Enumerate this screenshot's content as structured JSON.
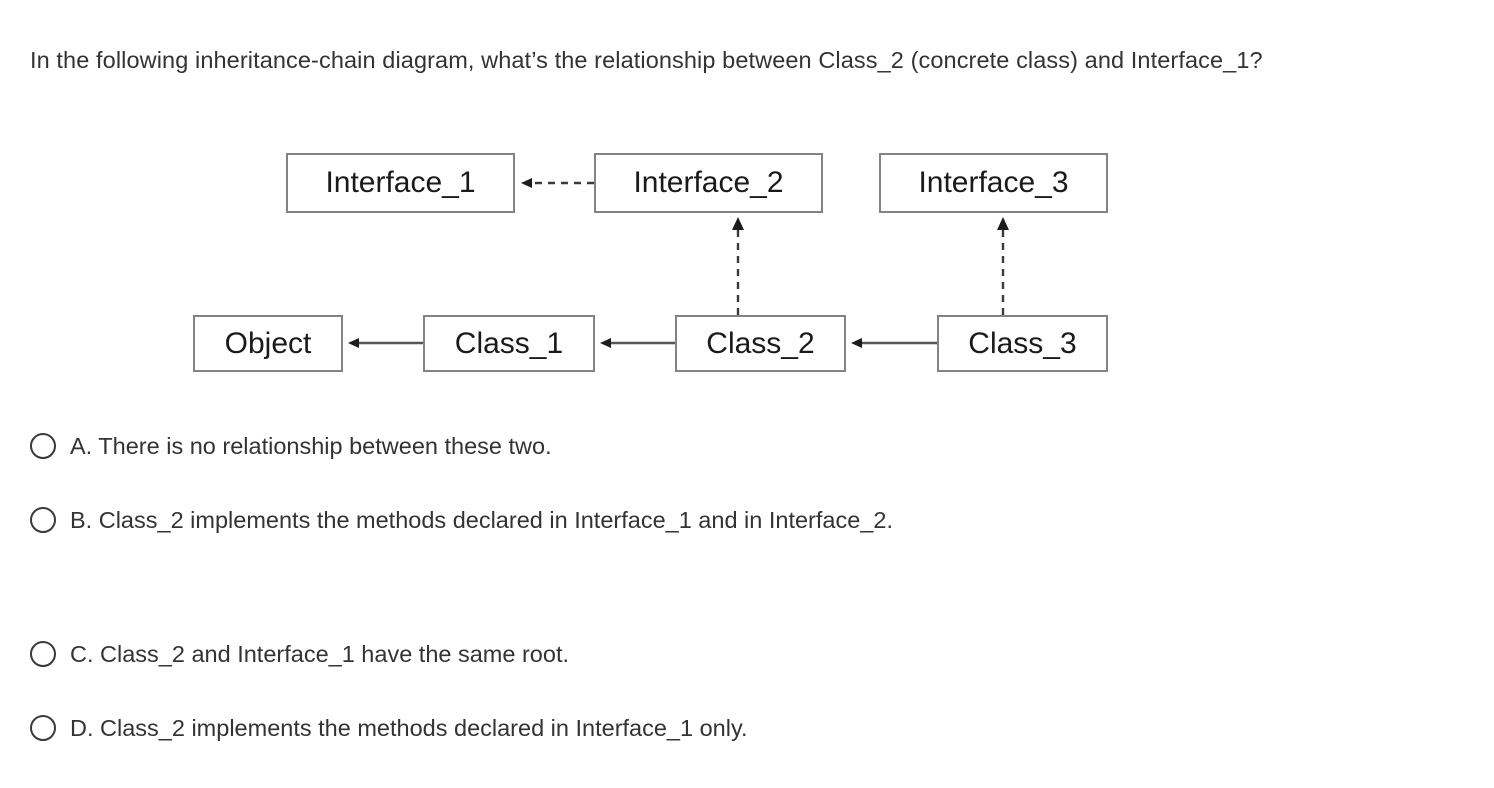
{
  "question": {
    "text": "In the following inheritance-chain diagram, what’s the relationship between Class_2 (concrete class) and Interface_1?"
  },
  "diagram": {
    "type": "uml-inheritance-chain",
    "nodes": {
      "interface_1": "Interface_1",
      "interface_2": "Interface_2",
      "interface_3": "Interface_3",
      "object": "Object",
      "class_1": "Class_1",
      "class_2": "Class_2",
      "class_3": "Class_3"
    },
    "edges": [
      {
        "from": "Interface_2",
        "to": "Interface_1",
        "style": "dashed",
        "arrow": "filled-triangle",
        "direction": "left"
      },
      {
        "from": "Class_2",
        "to": "Interface_2",
        "style": "dashed",
        "arrow": "filled-triangle",
        "direction": "up"
      },
      {
        "from": "Class_3",
        "to": "Interface_3",
        "style": "dashed",
        "arrow": "filled-triangle",
        "direction": "up"
      },
      {
        "from": "Class_1",
        "to": "Object",
        "style": "solid",
        "arrow": "filled-triangle",
        "direction": "left"
      },
      {
        "from": "Class_2",
        "to": "Class_1",
        "style": "solid",
        "arrow": "filled-triangle",
        "direction": "left"
      },
      {
        "from": "Class_3",
        "to": "Class_2",
        "style": "solid",
        "arrow": "filled-triangle",
        "direction": "left"
      }
    ],
    "colors": {
      "node_border": "#838383",
      "node_fill": "#ffffff",
      "edge": "#3b3b3b",
      "text": "#1a1a1a"
    }
  },
  "options": [
    {
      "id": "a",
      "label": "A. There is no relationship between these two.",
      "selected": false
    },
    {
      "id": "b",
      "label": "B. Class_2 implements the methods declared in Interface_1 and in Interface_2.",
      "selected": false
    },
    {
      "id": "c",
      "label": "C. Class_2 and Interface_1 have the same root.",
      "selected": false
    },
    {
      "id": "d",
      "label": "D. Class_2 implements the methods declared in Interface_1 only.",
      "selected": false
    }
  ]
}
